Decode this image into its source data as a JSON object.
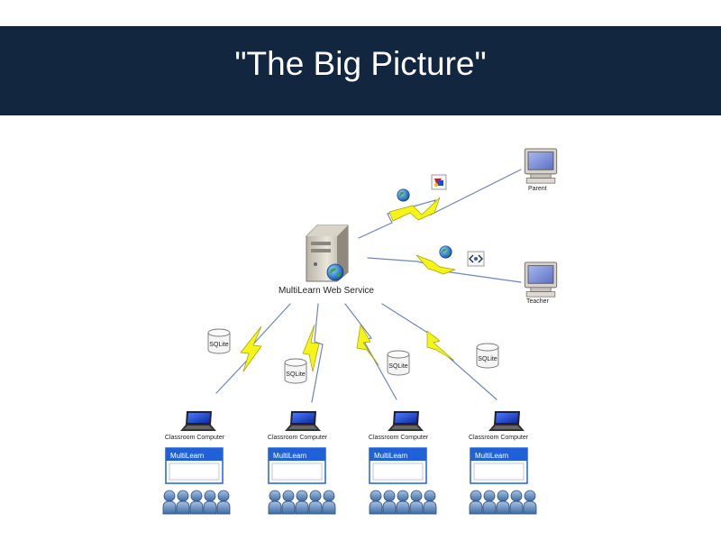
{
  "slide": {
    "title": "\"The Big Picture\""
  },
  "server": {
    "label": "MultiLearn Web Service"
  },
  "remote_clients": [
    {
      "label": "Parent"
    },
    {
      "label": "Teacher"
    }
  ],
  "databases": [
    {
      "label": "SQLite"
    },
    {
      "label": "SQLite"
    },
    {
      "label": "SQLite"
    },
    {
      "label": "SQLite"
    }
  ],
  "classrooms": [
    {
      "computer_label": "Classroom Computer",
      "app_title": "MultiLearn"
    },
    {
      "computer_label": "Classroom Computer",
      "app_title": "MultiLearn"
    },
    {
      "computer_label": "Classroom Computer",
      "app_title": "MultiLearn"
    },
    {
      "computer_label": "Classroom Computer",
      "app_title": "MultiLearn"
    }
  ],
  "colors": {
    "title_bg": "#13263f",
    "lightning": "#f2f20a",
    "link_line": "#9ab0d6",
    "app_blue": "#1f62d8"
  },
  "icons": [
    "server-icon",
    "globe-icon",
    "monitor-icon",
    "laptop-icon",
    "database-icon",
    "adobe-pdf-icon",
    "code-tag-icon",
    "users-group-icon"
  ]
}
